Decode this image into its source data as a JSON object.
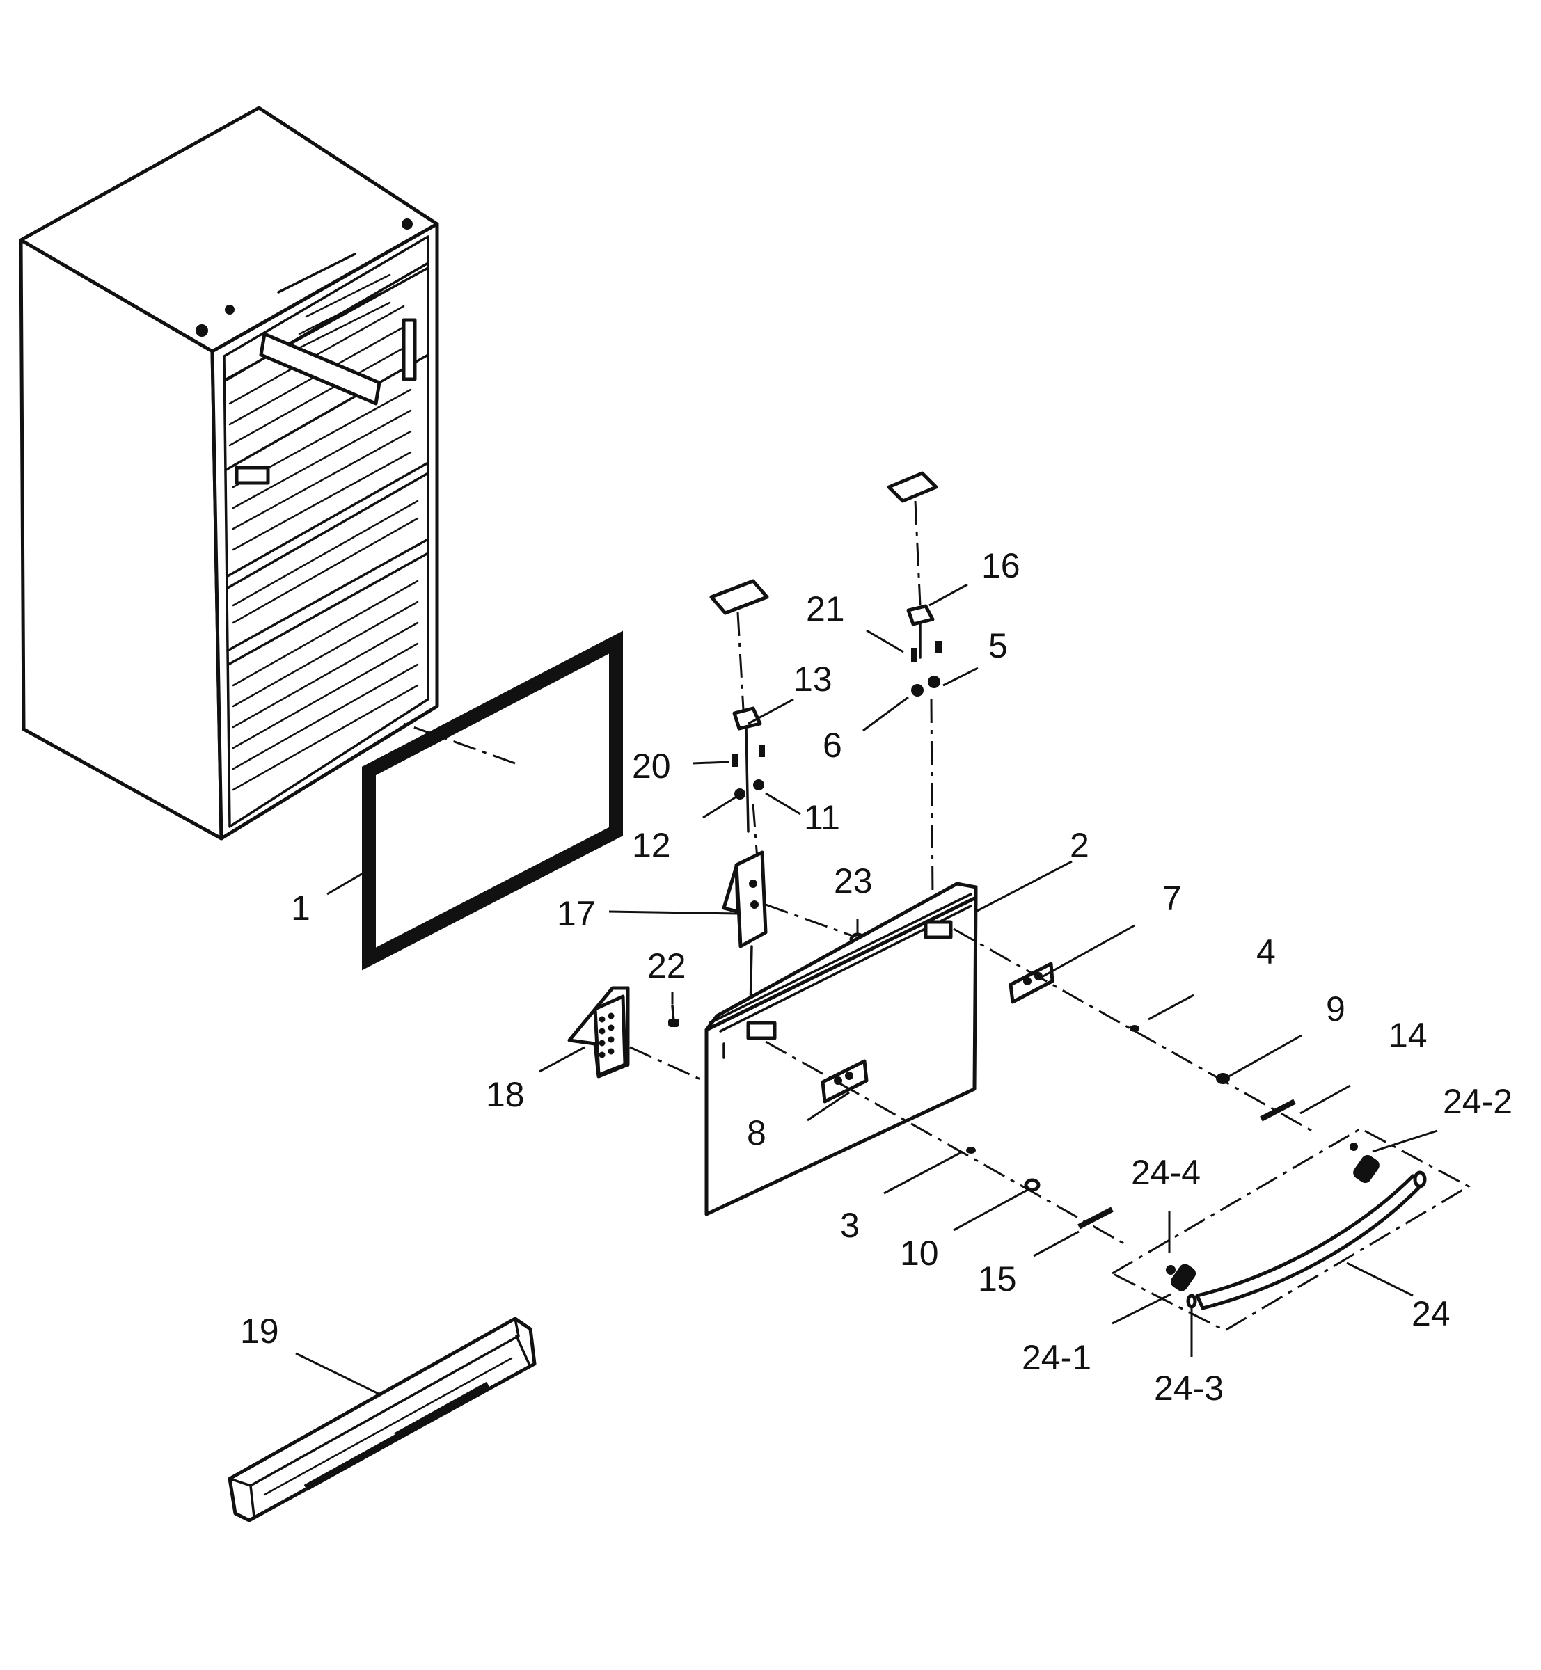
{
  "callouts": {
    "c1": "1",
    "c2": "2",
    "c3": "3",
    "c4": "4",
    "c5": "5",
    "c6": "6",
    "c7": "7",
    "c8": "8",
    "c9": "9",
    "c10": "10",
    "c11": "11",
    "c12": "12",
    "c13": "13",
    "c14": "14",
    "c15": "15",
    "c16": "16",
    "c17": "17",
    "c18": "18",
    "c19": "19",
    "c20": "20",
    "c21": "21",
    "c22": "22",
    "c23": "23",
    "c24": "24",
    "c24_1": "24-1",
    "c24_2": "24-2",
    "c24_3": "24-3",
    "c24_4": "24-4"
  }
}
